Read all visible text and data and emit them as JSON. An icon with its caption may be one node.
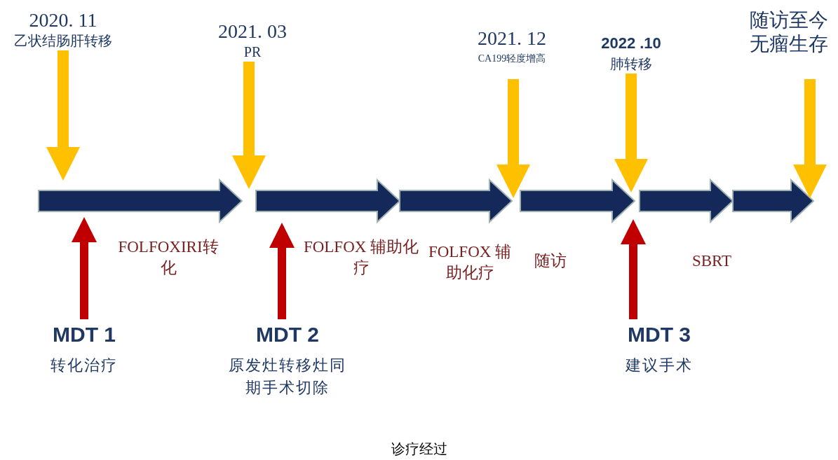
{
  "diagram": {
    "caption": "诊疗经过",
    "nodes": [
      {
        "text": [
          "2020. 11",
          "乙状结肠肝转移"
        ]
      },
      {
        "text": [
          "2021. 03",
          "PR"
        ]
      },
      {
        "text": [
          "2021. 12",
          "CA199轻度增高"
        ]
      },
      {
        "text": [
          "2022 .10",
          "肺转移"
        ]
      },
      {
        "text": [
          "随访至今无瘤生存"
        ]
      },
      {
        "text": [
          "MDT 1",
          "转化治疗"
        ]
      },
      {
        "text": [
          "MDT 2",
          "原发灶转移灶同期手术切除"
        ]
      },
      {
        "text": [
          "MDT 3",
          "建议手术"
        ]
      }
    ],
    "edges": [
      {
        "from": 0,
        "to": null,
        "arrow": "to"
      },
      {
        "from": 1,
        "to": null,
        "arrow": "to"
      },
      {
        "from": 2,
        "to": null,
        "arrow": "to"
      },
      {
        "from": 3,
        "to": null,
        "arrow": "to"
      },
      {
        "from": 4,
        "to": null,
        "arrow": "to"
      },
      {
        "from": 5,
        "to": null,
        "arrow": "to",
        "color": "#c00000"
      },
      {
        "from": 6,
        "to": null,
        "arrow": "to",
        "color": "#c00000"
      },
      {
        "from": 7,
        "to": null,
        "arrow": "to",
        "color": "#c00000"
      }
    ],
    "labels": [
      "FOLFOXIRI转化",
      "FOLFOX 辅助化疗",
      "FOLFOX 辅助化疗",
      "随访",
      "SBRT"
    ]
  }
}
